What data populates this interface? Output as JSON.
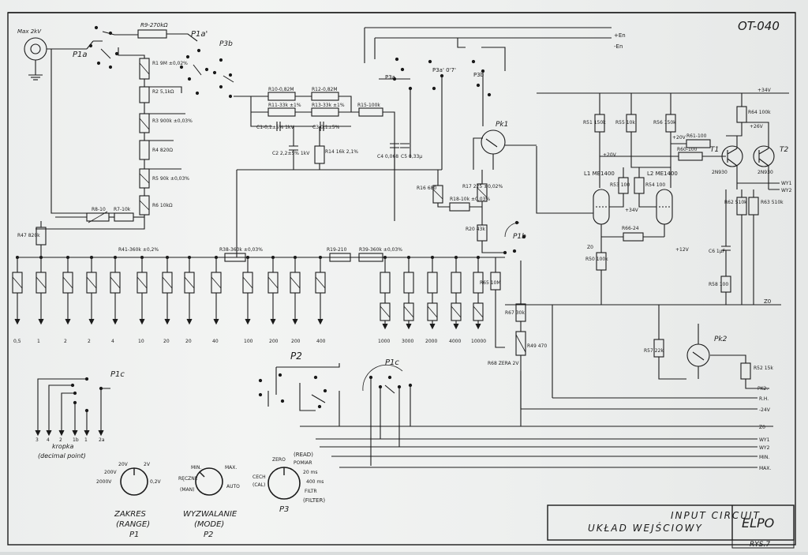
{
  "doc": {
    "code": "OT-040",
    "title_en": "INPUT  CIRCUIT",
    "title_pl": "UKŁAD   WEJŚCIOWY",
    "brand": "ELPO",
    "fig": "RYS.7"
  },
  "input": {
    "label": "Max 2kV"
  },
  "switches": {
    "p1a": "P1a",
    "p1a2": "P1a'",
    "p3b": "P3b",
    "p3a": "P3a",
    "p3a2": "P3a' 0'7'",
    "p3b2": "P3b",
    "p1b": "P1b",
    "p1c": "P1c",
    "p1c2": "P1c",
    "p2": "P2",
    "pk1": "Pk1",
    "pk2": "Pk2"
  },
  "rails": {
    "plus_en": "+En",
    "minus_en": "-En",
    "v34": "+34V",
    "v26": "+26V",
    "v20a": "+20V",
    "v20b": "+20V",
    "v34b": "+34V",
    "v12": "+12V",
    "z0": "Z0",
    "z0b": "Z0",
    "wy1": "WY1",
    "wy2": "WY2",
    "r_h": "R.H.",
    "m24": "-24V",
    "pk2out": "PK2.",
    "min": "MIN.",
    "max": "MAX."
  },
  "components": {
    "r9": "R9-270kΩ",
    "r1": "R1 9M ±0,02%",
    "r2": "R2 5,1kΩ",
    "r3": "R3 900k ±0,03%",
    "r4": "R4 820Ω",
    "r5": "R5 90k ±0,03%",
    "r6": "R6 10kΩ",
    "r10": "R10-0,82M",
    "r12": "R12-0,82M",
    "r11": "R11-33k ±1%",
    "r13": "R13-33k ±1%",
    "r15": "R15-100k",
    "c1": "C1-0,1±5% 1kV",
    "c3": "C3-0,1±5%",
    "c2": "C2 2,2±5% 1kV",
    "r14": "R14 16k 2,1%",
    "c4": "C4 0,068",
    "c5": "C5 0,33μ",
    "r16": "R16 680",
    "r17": "R17 225 ±0,02%",
    "r18": "R18-10k ±0,03%",
    "r20": "R20 43k",
    "r8": "R8-10",
    "r7": "R7-10k",
    "r47": "R47 820k",
    "r41": "R41-360k ±0,2%",
    "r38": "R38-360k ±0,03%",
    "r19": "R19-210",
    "r39": "R39-360k ±0,03%",
    "r65": "R65 10M",
    "r67": "R67 30k",
    "r68": "R68 ZERA 2V",
    "r49": "R49 470",
    "r51": "R51 150k",
    "r55": "R55 10k",
    "r56": "R56 150k",
    "r64": "R64 100k",
    "r61": "R61-100",
    "r60": "R60-100",
    "r53": "R53 100",
    "r54": "R54 100",
    "l1": "L1 ME1400",
    "l2": "L2 ME1400",
    "r66": "R66-24",
    "r50": "R50 100k",
    "c6": "C6 1μF",
    "r58": "R58 100",
    "r62": "R62 510k",
    "r63": "R63 510k",
    "r57": "R57 22k",
    "r52": "R52 15k",
    "t1": "T1",
    "t2": "T2",
    "t1t": "2N930",
    "t2t": "2N930"
  },
  "ranges_left": [
    "0,5",
    "1",
    "2",
    "2",
    "4",
    "10",
    "20",
    "20",
    "40",
    "100",
    "200",
    "200",
    "400"
  ],
  "ranges_right": [
    "1000",
    "3000",
    "2000",
    "4000",
    "10000"
  ],
  "decimal": {
    "pl": "kropka",
    "en": "(decimal point)",
    "pins": [
      "3",
      "4",
      "2",
      "1b",
      "1",
      "2a"
    ]
  },
  "knobs": [
    {
      "name_pl": "ZAKRES",
      "name_en": "(RANGE)",
      "id": "P1",
      "marks": [
        "20V",
        "2V",
        "200V",
        "0,2V",
        "2000V"
      ]
    },
    {
      "name_pl": "WYZWALANIE",
      "name_en": "(MODE)",
      "id": "P2",
      "marks": [
        "MIN.",
        "MAX.",
        "RĘCZNE",
        "(MAN)",
        "AUTO"
      ]
    },
    {
      "name_pl": "",
      "name_en": "",
      "id": "P3",
      "marks": [
        "ZERO",
        "(READ)",
        "POMIAR",
        "20 ms",
        "400 ms",
        "FILTR",
        "(FILTER)",
        "CECH",
        "(CAL)"
      ]
    }
  ]
}
